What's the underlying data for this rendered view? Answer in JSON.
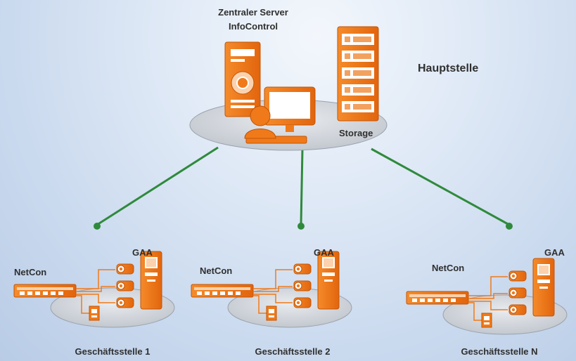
{
  "central": {
    "server_label_line1": "Zentraler Server",
    "server_label_line2": "InfoControl",
    "storage_label": "Storage",
    "site_label": "Hauptstelle"
  },
  "branches": [
    {
      "netcon_label": "NetCon",
      "gaa_label": "GAA",
      "branch_label": "Geschäftsstelle 1"
    },
    {
      "netcon_label": "NetCon",
      "gaa_label": "GAA",
      "branch_label": "Geschäftsstelle 2"
    },
    {
      "netcon_label": "NetCon",
      "gaa_label": "GAA",
      "branch_label": "Geschäftsstelle N"
    }
  ],
  "colors": {
    "accent": "#f07a1a",
    "link": "#2f8a3c",
    "platform": "#d9dde3"
  },
  "icons": [
    "server-icon",
    "storage-rack-icon",
    "workstation-icon",
    "user-icon",
    "switch-icon",
    "camera-icon",
    "atm-icon",
    "sensor-icon"
  ]
}
